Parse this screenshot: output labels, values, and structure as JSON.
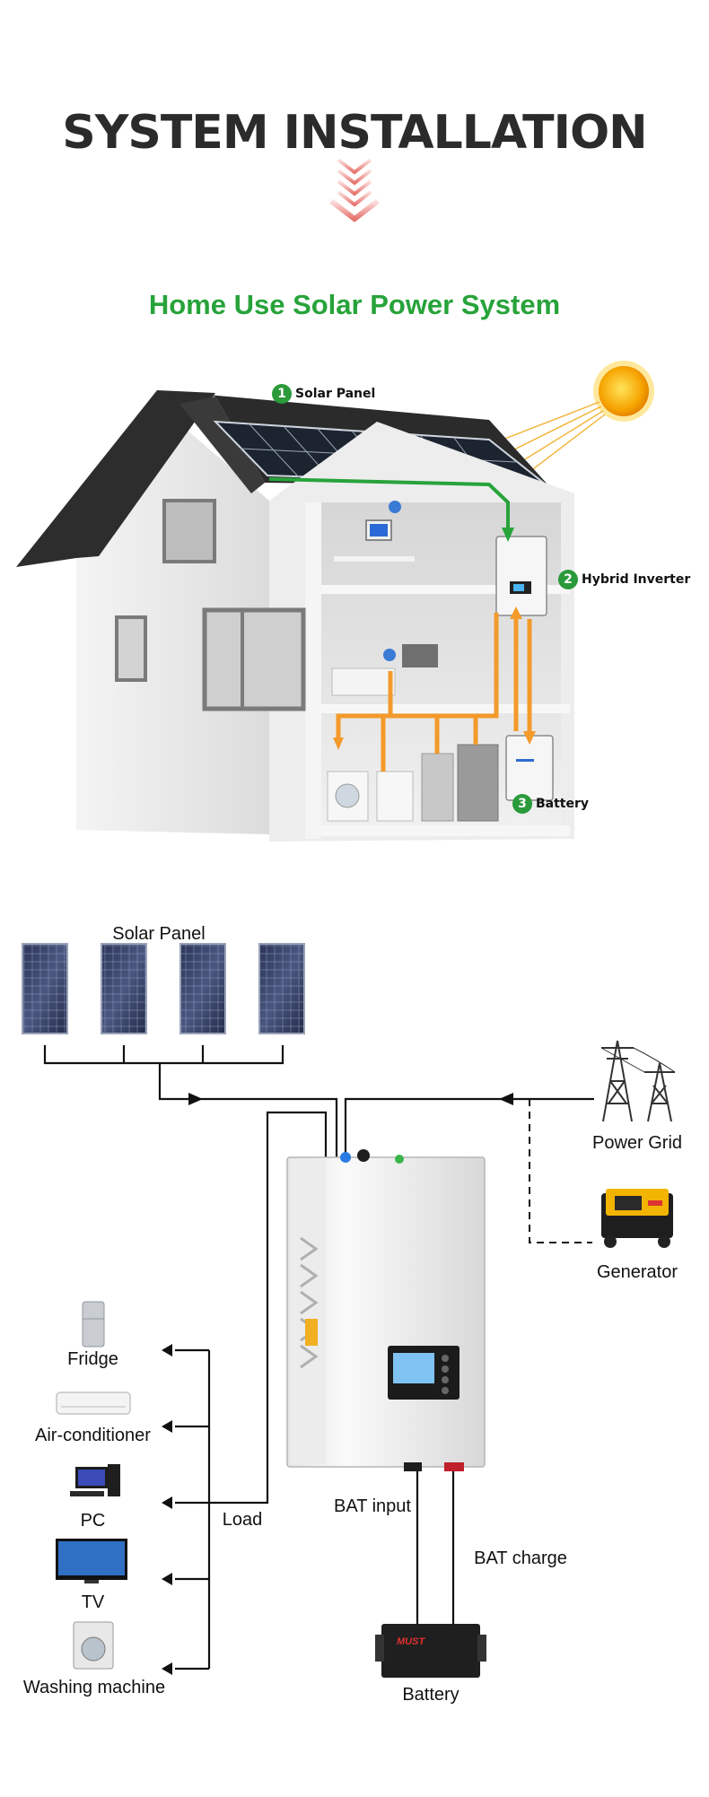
{
  "header": {
    "title": "SYSTEM INSTALLATION",
    "subtitle": "Home Use Solar Power System"
  },
  "house": {
    "callouts": [
      {
        "num": "1",
        "label": "Solar Panel"
      },
      {
        "num": "2",
        "label": "Hybrid Inverter"
      },
      {
        "num": "3",
        "label": "Battery"
      }
    ]
  },
  "wiring": {
    "solar_panel": "Solar Panel",
    "power_grid": "Power Grid",
    "generator": "Generator",
    "loads": [
      "Fridge",
      "Air-conditioner",
      "PC",
      "TV",
      "Washing machine"
    ],
    "load": "Load",
    "bat_input": "BAT input",
    "bat_charge": "BAT charge",
    "battery": "Battery",
    "battery_brand": "MUST"
  },
  "colors": {
    "accent_green": "#27a33a",
    "arrow_orange": "#f39a2b",
    "chevron_red": "#e8736e"
  }
}
